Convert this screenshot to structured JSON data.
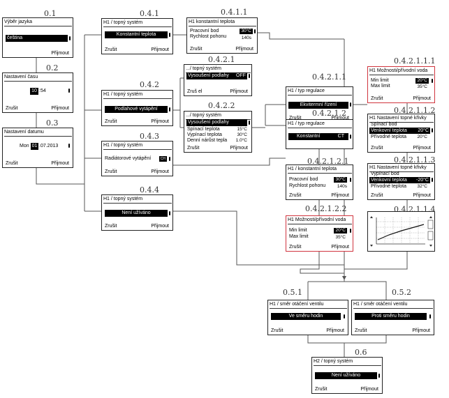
{
  "buttons": {
    "cancel": "Zrušit",
    "accept": "Přijmout"
  },
  "screens": {
    "s01": {
      "num": "0.1",
      "title": "Výběr jazyka",
      "value": "čeština"
    },
    "s02": {
      "num": "0.2",
      "title": "Nastavení času",
      "hour": "10",
      "minute": "54"
    },
    "s03": {
      "num": "0.3",
      "title": "Nastavení datumu",
      "weekday": "Mon",
      "day": "01",
      "rest": ".07.2013"
    },
    "s041": {
      "num": "0.4.1",
      "title": "H1 / topný systém",
      "value": "Konstantní teplota"
    },
    "s0411": {
      "num": "0.4.1.1",
      "title": "H1 konstantní teplota",
      "rows": [
        {
          "label": "Pracovní bod",
          "value": "30°C"
        },
        {
          "label": "Rychlost pohonu",
          "value": "140s"
        }
      ]
    },
    "s042": {
      "num": "0.4.2",
      "title": "H1 / topný systém",
      "value": "Podlahové vytápění"
    },
    "s0421": {
      "num": "0.4.2.1",
      "title": ".../ topný systém",
      "value": "Vysoušení podlahy",
      "value_tag": "OFF",
      "extra": "Zruš   el"
    },
    "s0422": {
      "num": "0.4.2.2",
      "title": ".../ topný systém",
      "value": "Vysoušení podlahy",
      "rows": [
        {
          "label": "Spínací teplota",
          "value": "15°C"
        },
        {
          "label": "Vypínací teplota",
          "value": "30°C"
        },
        {
          "label": "Denní nárůst tepla",
          "value": "1.0°C"
        }
      ]
    },
    "s043": {
      "num": "0.4.3",
      "title": "H1 / topný systém",
      "value": "Radiátorové vytápění",
      "value_tag": "CH"
    },
    "s044": {
      "num": "0.4.4",
      "title": "H1 / topný systém",
      "value": "Není užíváno"
    },
    "s04211": {
      "num": "0.4.2.1.1",
      "title": "H1 / typ regulace",
      "value": "Ekvitermní řízení"
    },
    "s04212": {
      "num": "0.4.2.1.2",
      "title": "H1 / typ regulace",
      "value": "Konstantní",
      "value_tag": "CT"
    },
    "s042121": {
      "num": "0.4.2.1.2.1",
      "title": "H1 / konstantní teplota",
      "rows": [
        {
          "label": "Pracovní bod",
          "value": "30°C"
        },
        {
          "label": "Rychlost pohonu",
          "value": "140s"
        }
      ]
    },
    "s042122": {
      "num": "0.4.2.1.2.2",
      "title": "H1 Možnosti/přívodní voda",
      "rows": [
        {
          "label": "Min limit",
          "value": "20°C"
        },
        {
          "label": "Max limit",
          "value": "35°C"
        }
      ]
    },
    "s042111": {
      "num": "0.4.2.1.1.1",
      "title": "H1 Možnosti/přívodní voda",
      "rows": [
        {
          "label": "Min limit",
          "value": "20°C"
        },
        {
          "label": "Max limit",
          "value": "35°C"
        }
      ]
    },
    "s042112": {
      "num": "0.4.2.1.1.2",
      "title": "H1 Nastavení topné křivky",
      "rows": [
        {
          "label": "Spínací bod",
          "value": ""
        },
        {
          "label": "Venkovní teplota",
          "value": "20°C"
        },
        {
          "label": "Přívodné teplota",
          "value": "20°C"
        }
      ]
    },
    "s042113": {
      "num": "0.4.2.1.1.3",
      "title": "H1 Nastavení topné křivky",
      "rows": [
        {
          "label": "Vypínací bod",
          "value": ""
        },
        {
          "label": "Venkovní teplota",
          "value": "-20°C"
        },
        {
          "label": "Přívodné teplota",
          "value": "32°C"
        }
      ]
    },
    "s042114": {
      "num": "0.4.2.1.1.4"
    },
    "s051": {
      "num": "0.5.1",
      "title": "H1 / směr otáčení ventilu",
      "value": "Ve směru hodin"
    },
    "s052": {
      "num": "0.5.2",
      "title": "H1 / směr otáčení ventilu",
      "value": "Proti směru hodin"
    },
    "s06": {
      "num": "0.6",
      "title": "H2 / topný systém",
      "value": "Není užíváno"
    }
  }
}
